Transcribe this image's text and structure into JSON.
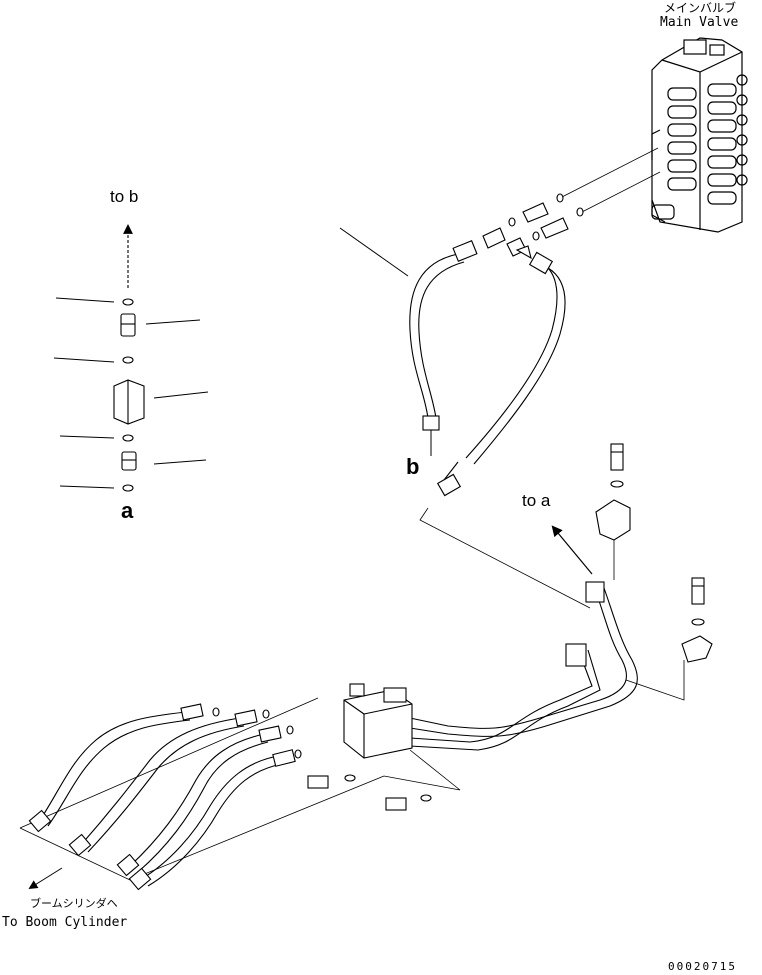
{
  "labels": {
    "main_valve_jp": "メインバルブ",
    "main_valve_en": "Main Valve",
    "to_b": "to b",
    "to_a": "to a",
    "ref_a": "a",
    "ref_b": "b",
    "boom_cylinder_jp": "ブームシリンダヘ",
    "boom_cylinder_en": "To Boom Cylinder",
    "drawing_number": "00020715"
  }
}
